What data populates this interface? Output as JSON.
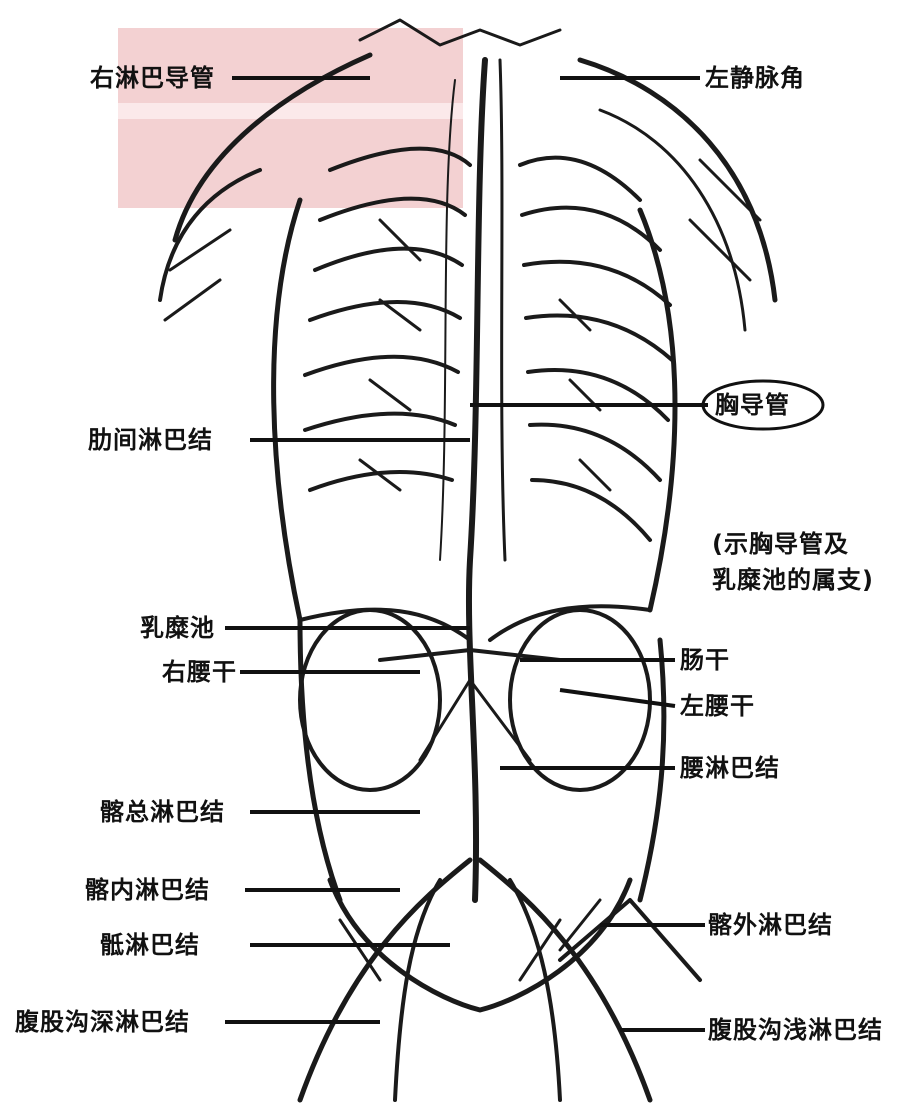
{
  "labels": {
    "top_left": "右淋巴导管",
    "top_right": "左静脉角",
    "thoracic_duct": "胸导管",
    "mid_left": "肋间淋巴结",
    "note_line1": "(示胸导管及",
    "note_line2": "乳糜池的属支)",
    "cisterna": "乳糜池",
    "right_lumbar": "右腰干",
    "intestinal": "肠干",
    "left_lumbar": "左腰干",
    "lumbar_nodes": "腰淋巴结",
    "common_iliac": "髂总淋巴结",
    "internal_iliac_l": "髂内淋巴结",
    "sacral": "骶淋巴结",
    "deep_inguinal": "腹股沟深淋巴结",
    "external_iliac": "髂外淋巴结",
    "superficial_inguinal": "腹股沟浅淋巴结"
  },
  "colors": {
    "highlight": "#f1c9ca",
    "ink": "#111111"
  }
}
